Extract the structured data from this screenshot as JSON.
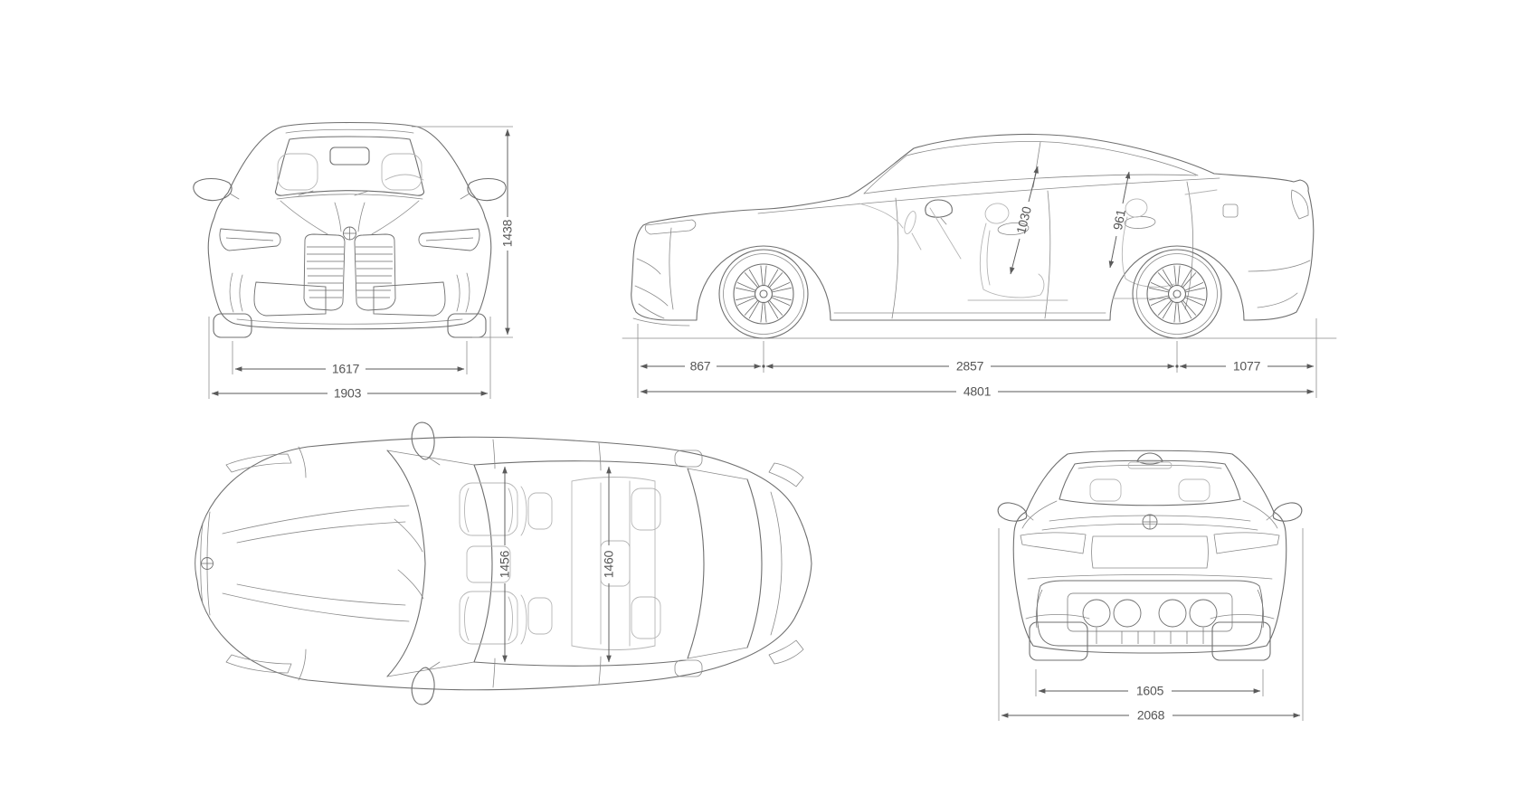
{
  "colors": {
    "background": "#ffffff",
    "line": "#6f6f6f",
    "interior_line": "#b5b5b5",
    "dimension": "#5a5a5a"
  },
  "views": {
    "front": {
      "dims": {
        "overall_height": "1438",
        "front_track": "1617",
        "overall_width": "1903"
      }
    },
    "side": {
      "dims": {
        "front_headroom": "1030",
        "rear_headroom": "961",
        "front_overhang": "867",
        "wheelbase": "2857",
        "rear_overhang": "1077",
        "overall_length": "4801"
      }
    },
    "top": {
      "dims": {
        "front_interior_width": "1456",
        "rear_interior_width": "1460"
      }
    },
    "rear": {
      "dims": {
        "rear_track": "1605",
        "overall_width_incl_mirrors": "2068"
      }
    }
  },
  "icons": {
    "front_badge": "bmw-roundel-icon",
    "rear_badge": "bmw-roundel-icon"
  }
}
